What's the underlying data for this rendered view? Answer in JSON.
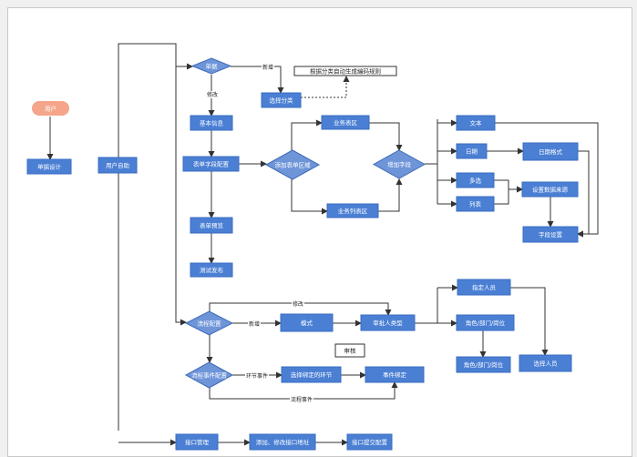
{
  "diagram": {
    "colors": {
      "box": "#4a7fd4",
      "diamond": "#6f95d9",
      "start": "#f4a58a",
      "edge": "#333333",
      "text_light": "#ffffff",
      "text_dark": "#222222"
    },
    "nodes": {
      "user": "用户",
      "form_design": "单据设计",
      "user_self": "用户自助",
      "form_dec": "单据",
      "select_category": "选择分类",
      "note_category": "根据分类自动生成编码规则",
      "basic_info": "基本信息",
      "form_field_config": "表单字段配置",
      "add_form_area": "添加表单区域",
      "business_main": "业务表区",
      "business_list": "业务列表区",
      "add_field": "增加字段",
      "text": "文本",
      "date": "日期",
      "date_format": "日期格式",
      "multi_select": "多选",
      "list": "列表",
      "data_source": "设置数据来源",
      "field_setting": "字段设置",
      "form_preview": "表单预览",
      "test_publish": "测试发布",
      "process_config": "流程配置",
      "mode": "模式",
      "approver_type": "审批人类型",
      "specified_person": "指定人员",
      "role_dept_pos_1": "角色/部门/岗位",
      "role_dept_pos_2": "角色/部门/岗位",
      "select_person": "选择人员",
      "approve": "审核",
      "process_event_config": "流程事件配置",
      "select_node": "选择绑定的环节",
      "event_bind": "事件绑定",
      "interface_mgmt": "接口管理",
      "add_interface": "添加、修改接口地址",
      "interface_submit": "接口提交配置"
    },
    "edge_labels": {
      "new_form": "新增",
      "modify_form": "修改",
      "new_process": "新增",
      "modify_process": "修改",
      "node_event": "环节事件",
      "process_event": "流程事件"
    }
  }
}
